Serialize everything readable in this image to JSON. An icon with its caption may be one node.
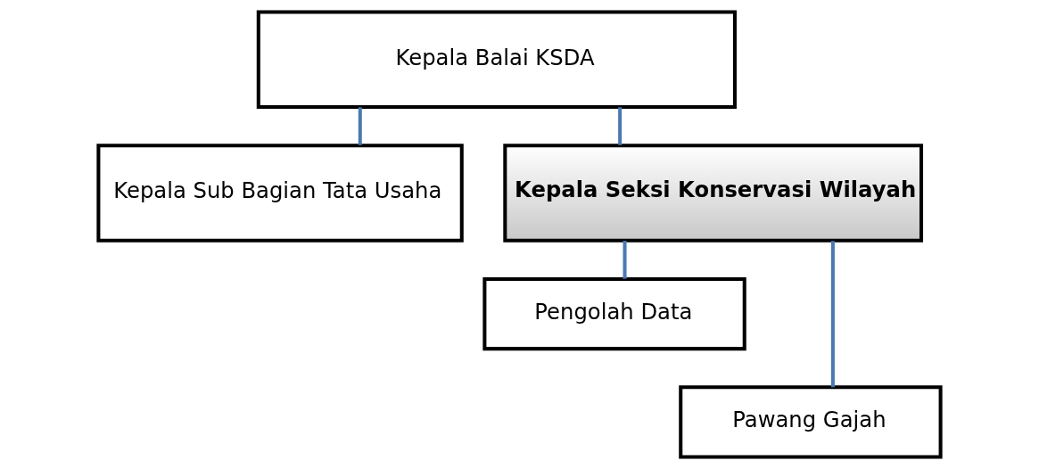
{
  "diagram": {
    "nodes": [
      {
        "text": [
          "Kepala Balai KSDA"
        ]
      },
      {
        "text": [
          "Kepala Sub Bagian Tata Usaha"
        ]
      },
      {
        "text": [
          "Kepala Seksi Konservasi Wilayah"
        ]
      },
      {
        "text": [
          "Pengolah Data"
        ]
      },
      {
        "text": [
          "Pawang Gajah"
        ]
      }
    ],
    "edges": [
      {
        "from": 0,
        "to": 1,
        "arrow": "none"
      },
      {
        "from": 0,
        "to": 2,
        "arrow": "none"
      },
      {
        "from": 2,
        "to": 3,
        "arrow": "none"
      },
      {
        "from": 2,
        "to": 4,
        "arrow": "none"
      }
    ]
  }
}
